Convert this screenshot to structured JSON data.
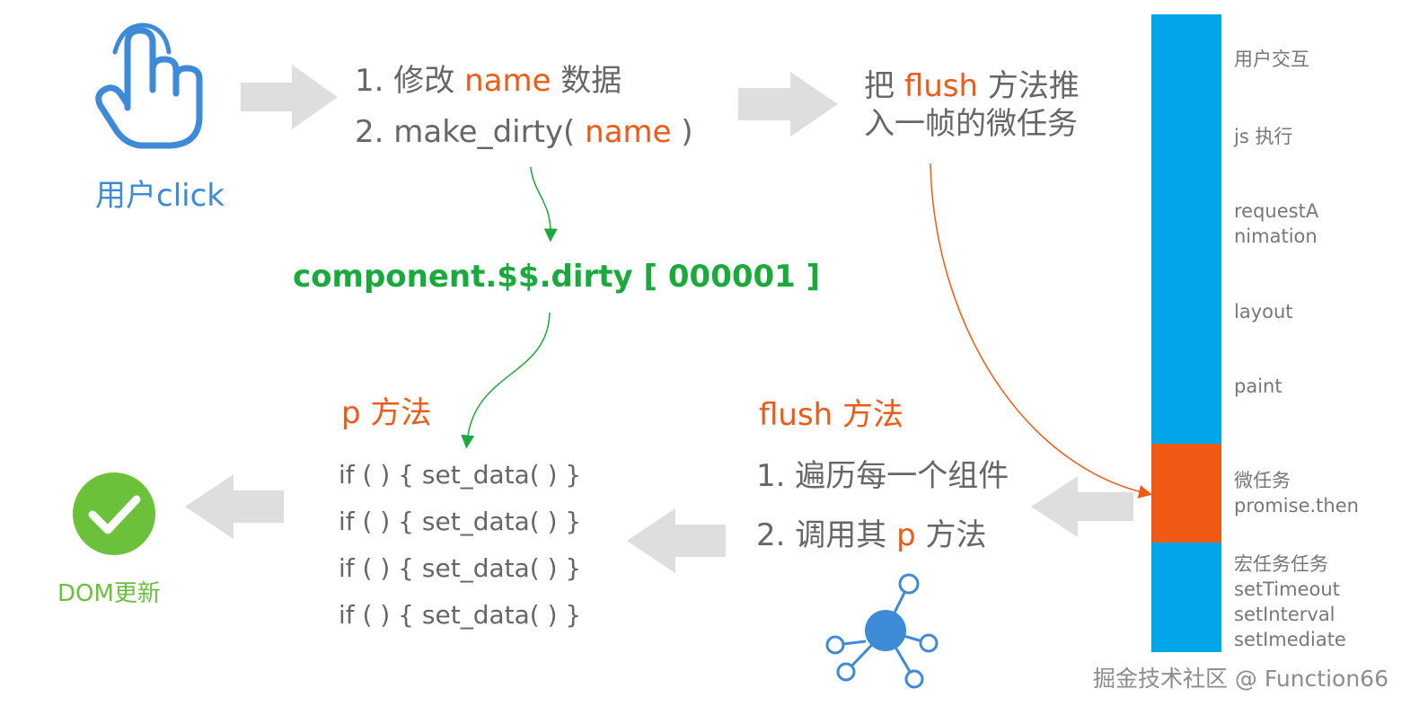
{
  "user": {
    "label_prefix": "用户",
    "label_action": "click",
    "color": "#3d8ad8"
  },
  "modify": {
    "line1_prefix": "1. 修改 ",
    "line1_highlight": "name",
    "line1_suffix": " 数据",
    "line2_prefix": "2. make_dirty( ",
    "line2_highlight": "name",
    "line2_suffix": " )"
  },
  "flush_push": {
    "line1_prefix": "把 ",
    "line1_highlight": "flush",
    "line1_suffix": " 方法推",
    "line2": "入一帧的微任务"
  },
  "dirty": {
    "text": "component.$$.dirty [ 000001 ]",
    "color": "#1aaa3c"
  },
  "p_method": {
    "title": "p 方法",
    "lines": [
      "if (  ) { set_data( ) }",
      "if (  ) { set_data( ) }",
      "if (  ) { set_data( ) }",
      "if (  ) { set_data( ) }"
    ]
  },
  "flush_method": {
    "title": "flush 方法",
    "step1": "1. 遍历每一个组件",
    "step2_prefix": "2. 调用其 ",
    "step2_highlight": "p",
    "step2_suffix": " 方法"
  },
  "dom": {
    "label": "DOM更新",
    "color": "#6cc13b"
  },
  "timeline": {
    "colors": {
      "frame": "#00a6e8",
      "microtask": "#f05a14"
    },
    "labels": {
      "user_interaction": "用户交互",
      "js_exec": "js 执行",
      "raf_1": "requestA",
      "raf_2": "nimation",
      "layout": "layout",
      "paint": "paint",
      "micro_1": "微任务",
      "micro_2": "promise.then",
      "macro_1": "宏任务任务",
      "macro_2": "setTimeout",
      "macro_3": "setInterval",
      "macro_4": "setImediate"
    }
  },
  "icons": [
    "hand-pointer-icon",
    "check-circle-icon",
    "network-nodes-icon"
  ],
  "watermark": "掘金技术社区 @ Function66"
}
